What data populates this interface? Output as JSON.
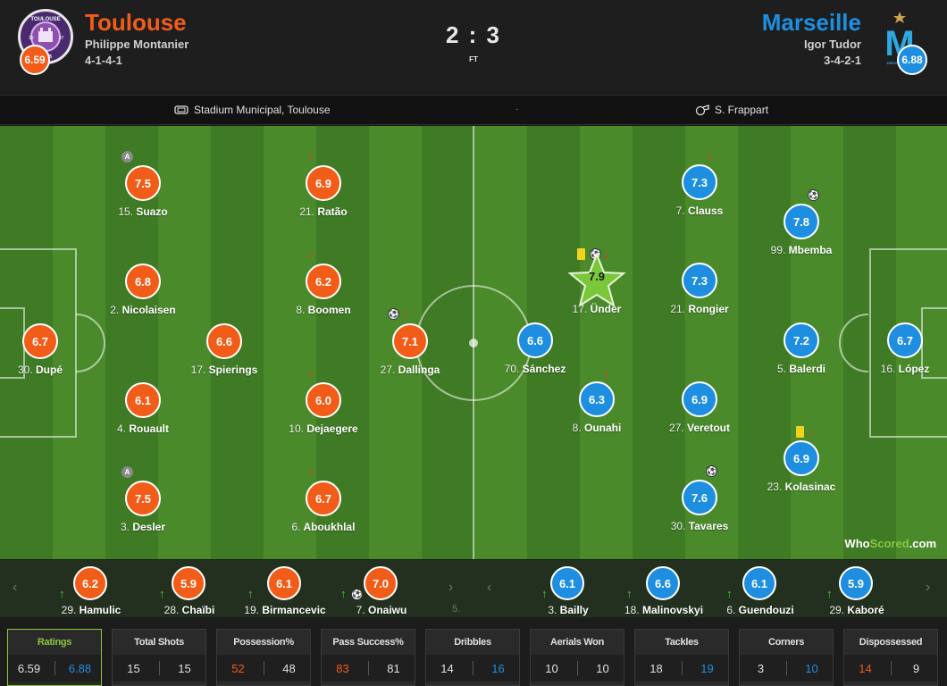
{
  "header": {
    "home": {
      "name": "Toulouse",
      "coach": "Philippe Montanier",
      "formation": "4-1-4-1",
      "rating": "6.59"
    },
    "away": {
      "name": "Marseille",
      "coach": "Igor Tudor",
      "formation": "3-4-2-1",
      "rating": "6.88"
    },
    "score": "2 : 3",
    "status": "FT",
    "home_crest": {
      "top_text": "TOULOUSE",
      "year_left": "19",
      "year_right": "37",
      "bottom_text": "CLUB"
    },
    "away_crest": {
      "text": "DROIT AU BUT"
    }
  },
  "info": {
    "venue": "Stadium Municipal, Toulouse",
    "separator": "·",
    "referee": "S. Frappart"
  },
  "colors": {
    "home": "#f25c19",
    "away": "#1e8fe0",
    "yellow_card": "#f3d21b",
    "motm": "#7ac83a",
    "sub_in": "#4fcc3a",
    "sub_out": "#e8372a"
  },
  "home_players": [
    {
      "id": "suazo",
      "rating": "7.5",
      "num": "15.",
      "name": "Suazo",
      "captain": "A"
    },
    {
      "id": "ratao",
      "rating": "6.9",
      "num": "21.",
      "name": "Ratão",
      "sub_off": "↓"
    },
    {
      "id": "nicolaisen",
      "rating": "6.8",
      "num": "2.",
      "name": "Nicolaisen"
    },
    {
      "id": "boomen",
      "rating": "6.2",
      "num": "8.",
      "name": "Boomen",
      "sub_off": "↓"
    },
    {
      "id": "dupe",
      "rating": "6.7",
      "num": "30.",
      "name": "Dupé"
    },
    {
      "id": "spierings",
      "rating": "6.6",
      "num": "17.",
      "name": "Spierings"
    },
    {
      "id": "dallinga",
      "rating": "7.1",
      "num": "27.",
      "name": "Dallinga",
      "sub_off": "↓"
    },
    {
      "id": "rouault",
      "rating": "6.1",
      "num": "4.",
      "name": "Rouault"
    },
    {
      "id": "dejaegere",
      "rating": "6.0",
      "num": "10.",
      "name": "Dejaegere",
      "sub_off": "↓"
    },
    {
      "id": "desler",
      "rating": "7.5",
      "num": "3.",
      "name": "Desler",
      "captain": "A"
    },
    {
      "id": "aboukhlal",
      "rating": "6.7",
      "num": "6.",
      "name": "Aboukhlal",
      "sub_off": "↓"
    }
  ],
  "away_players": [
    {
      "id": "clauss",
      "rating": "7.3",
      "num": "7.",
      "name": "Clauss",
      "sub_off": "↓"
    },
    {
      "id": "mbemba",
      "rating": "7.8",
      "num": "99.",
      "name": "Mbemba"
    },
    {
      "id": "under",
      "rating": "7.9",
      "num": "17.",
      "name": "Ünder",
      "sub_off": "↓",
      "motm": true
    },
    {
      "id": "rongier",
      "rating": "7.3",
      "num": "21.",
      "name": "Rongier"
    },
    {
      "id": "sanchez",
      "rating": "6.6",
      "num": "70.",
      "name": "Sánchez"
    },
    {
      "id": "balerdi",
      "rating": "7.2",
      "num": "5.",
      "name": "Balerdi"
    },
    {
      "id": "lopez",
      "rating": "6.7",
      "num": "16.",
      "name": "López"
    },
    {
      "id": "ounahi",
      "rating": "6.3",
      "num": "8.",
      "name": "Ounahi",
      "sub_off": "↓"
    },
    {
      "id": "veretout",
      "rating": "6.9",
      "num": "27.",
      "name": "Veretout"
    },
    {
      "id": "kolasinac",
      "rating": "6.9",
      "num": "23.",
      "name": "Kolasinac",
      "sub_off": "↓"
    },
    {
      "id": "tavares",
      "rating": "7.6",
      "num": "30.",
      "name": "Tavares"
    }
  ],
  "home_subs": [
    {
      "rating": "6.2",
      "num": "29.",
      "name": "Hamulic",
      "sub_on": "↑"
    },
    {
      "rating": "5.9",
      "num": "28.",
      "name": "Chaïbi",
      "sub_on": "↑"
    },
    {
      "rating": "6.1",
      "num": "19.",
      "name": "Birmancevic",
      "sub_on": "↑"
    },
    {
      "rating": "7.0",
      "num": "7.",
      "name": "Onaiwu",
      "sub_on": "↑"
    }
  ],
  "home_subs_more": "5.",
  "away_subs": [
    {
      "rating": "6.1",
      "num": "3.",
      "name": "Bailly",
      "sub_on": "↑"
    },
    {
      "rating": "6.6",
      "num": "18.",
      "name": "Malinovskyi",
      "sub_on": "↑"
    },
    {
      "rating": "6.1",
      "num": "6.",
      "name": "Guendouzi",
      "sub_on": "↑"
    },
    {
      "rating": "5.9",
      "num": "29.",
      "name": "Kaboré",
      "sub_on": "↑"
    }
  ],
  "nav": {
    "prev": "‹",
    "next": "›"
  },
  "watermark": {
    "part1": "Who",
    "part2": "Scored",
    "part3": ".com"
  },
  "stats": [
    {
      "title": "Ratings",
      "home": "6.59",
      "away": "6.88",
      "active": true
    },
    {
      "title": "Total Shots",
      "home": "15",
      "away": "15"
    },
    {
      "title": "Possession%",
      "home": "52",
      "away": "48"
    },
    {
      "title": "Pass Success%",
      "home": "83",
      "away": "81"
    },
    {
      "title": "Dribbles",
      "home": "14",
      "away": "16"
    },
    {
      "title": "Aerials Won",
      "home": "10",
      "away": "10"
    },
    {
      "title": "Tackles",
      "home": "18",
      "away": "19"
    },
    {
      "title": "Corners",
      "home": "3",
      "away": "10"
    },
    {
      "title": "Dispossessed",
      "home": "14",
      "away": "9"
    }
  ]
}
